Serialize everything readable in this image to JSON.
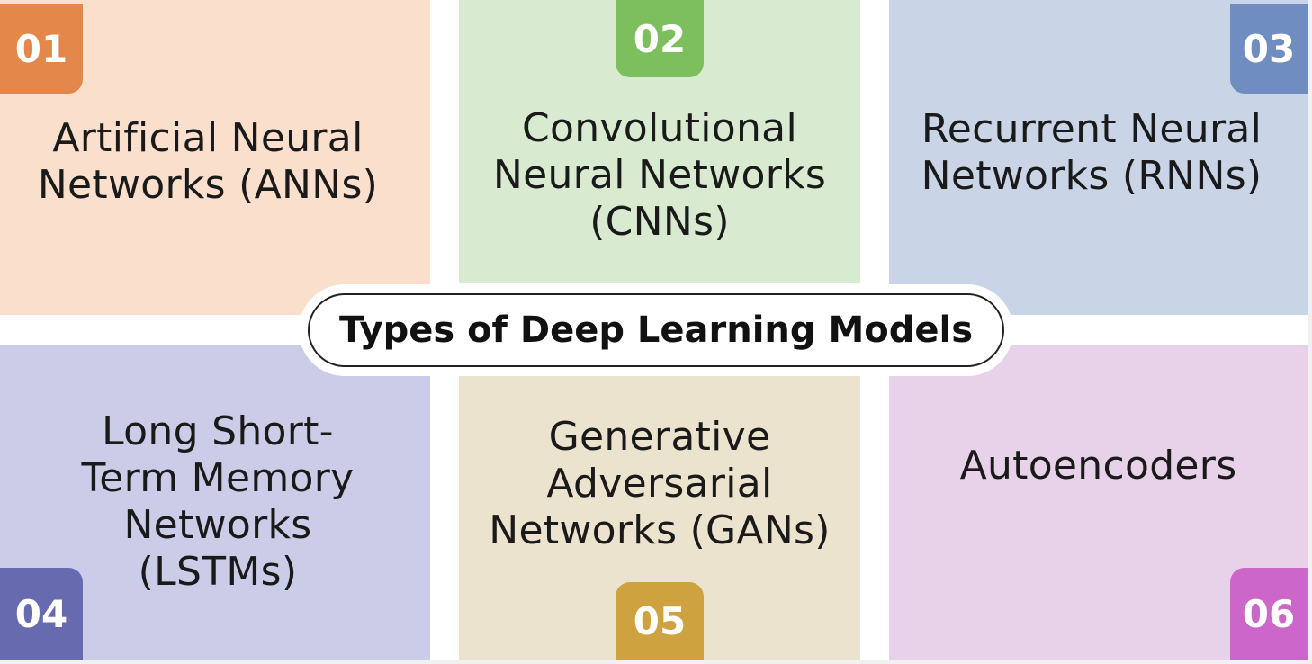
{
  "diagram": {
    "title": "Types of Deep Learning Models",
    "cards": [
      {
        "number": "01",
        "label": "Artificial Neural\nNetworks (ANNs)",
        "card_color": "#f9dfcc",
        "badge_color": "#e3874a"
      },
      {
        "number": "02",
        "label": "Convolutional\nNeural Networks\n(CNNs)",
        "card_color": "#d8ebd0",
        "badge_color": "#7cbf5c"
      },
      {
        "number": "03",
        "label": "Recurrent Neural\nNetworks (RNNs)",
        "card_color": "#c9d4e6",
        "badge_color": "#6f8dc0"
      },
      {
        "number": "04",
        "label": "Long Short-\nTerm Memory\nNetworks\n(LSTMs)",
        "card_color": "#cbcde8",
        "badge_color": "#666aaf"
      },
      {
        "number": "05",
        "label": "Generative\nAdversarial\nNetworks (GANs)",
        "card_color": "#ece3cf",
        "badge_color": "#cea33f"
      },
      {
        "number": "06",
        "label": "Autoencoders",
        "card_color": "#e8d2ea",
        "badge_color": "#cc66c9"
      }
    ]
  }
}
